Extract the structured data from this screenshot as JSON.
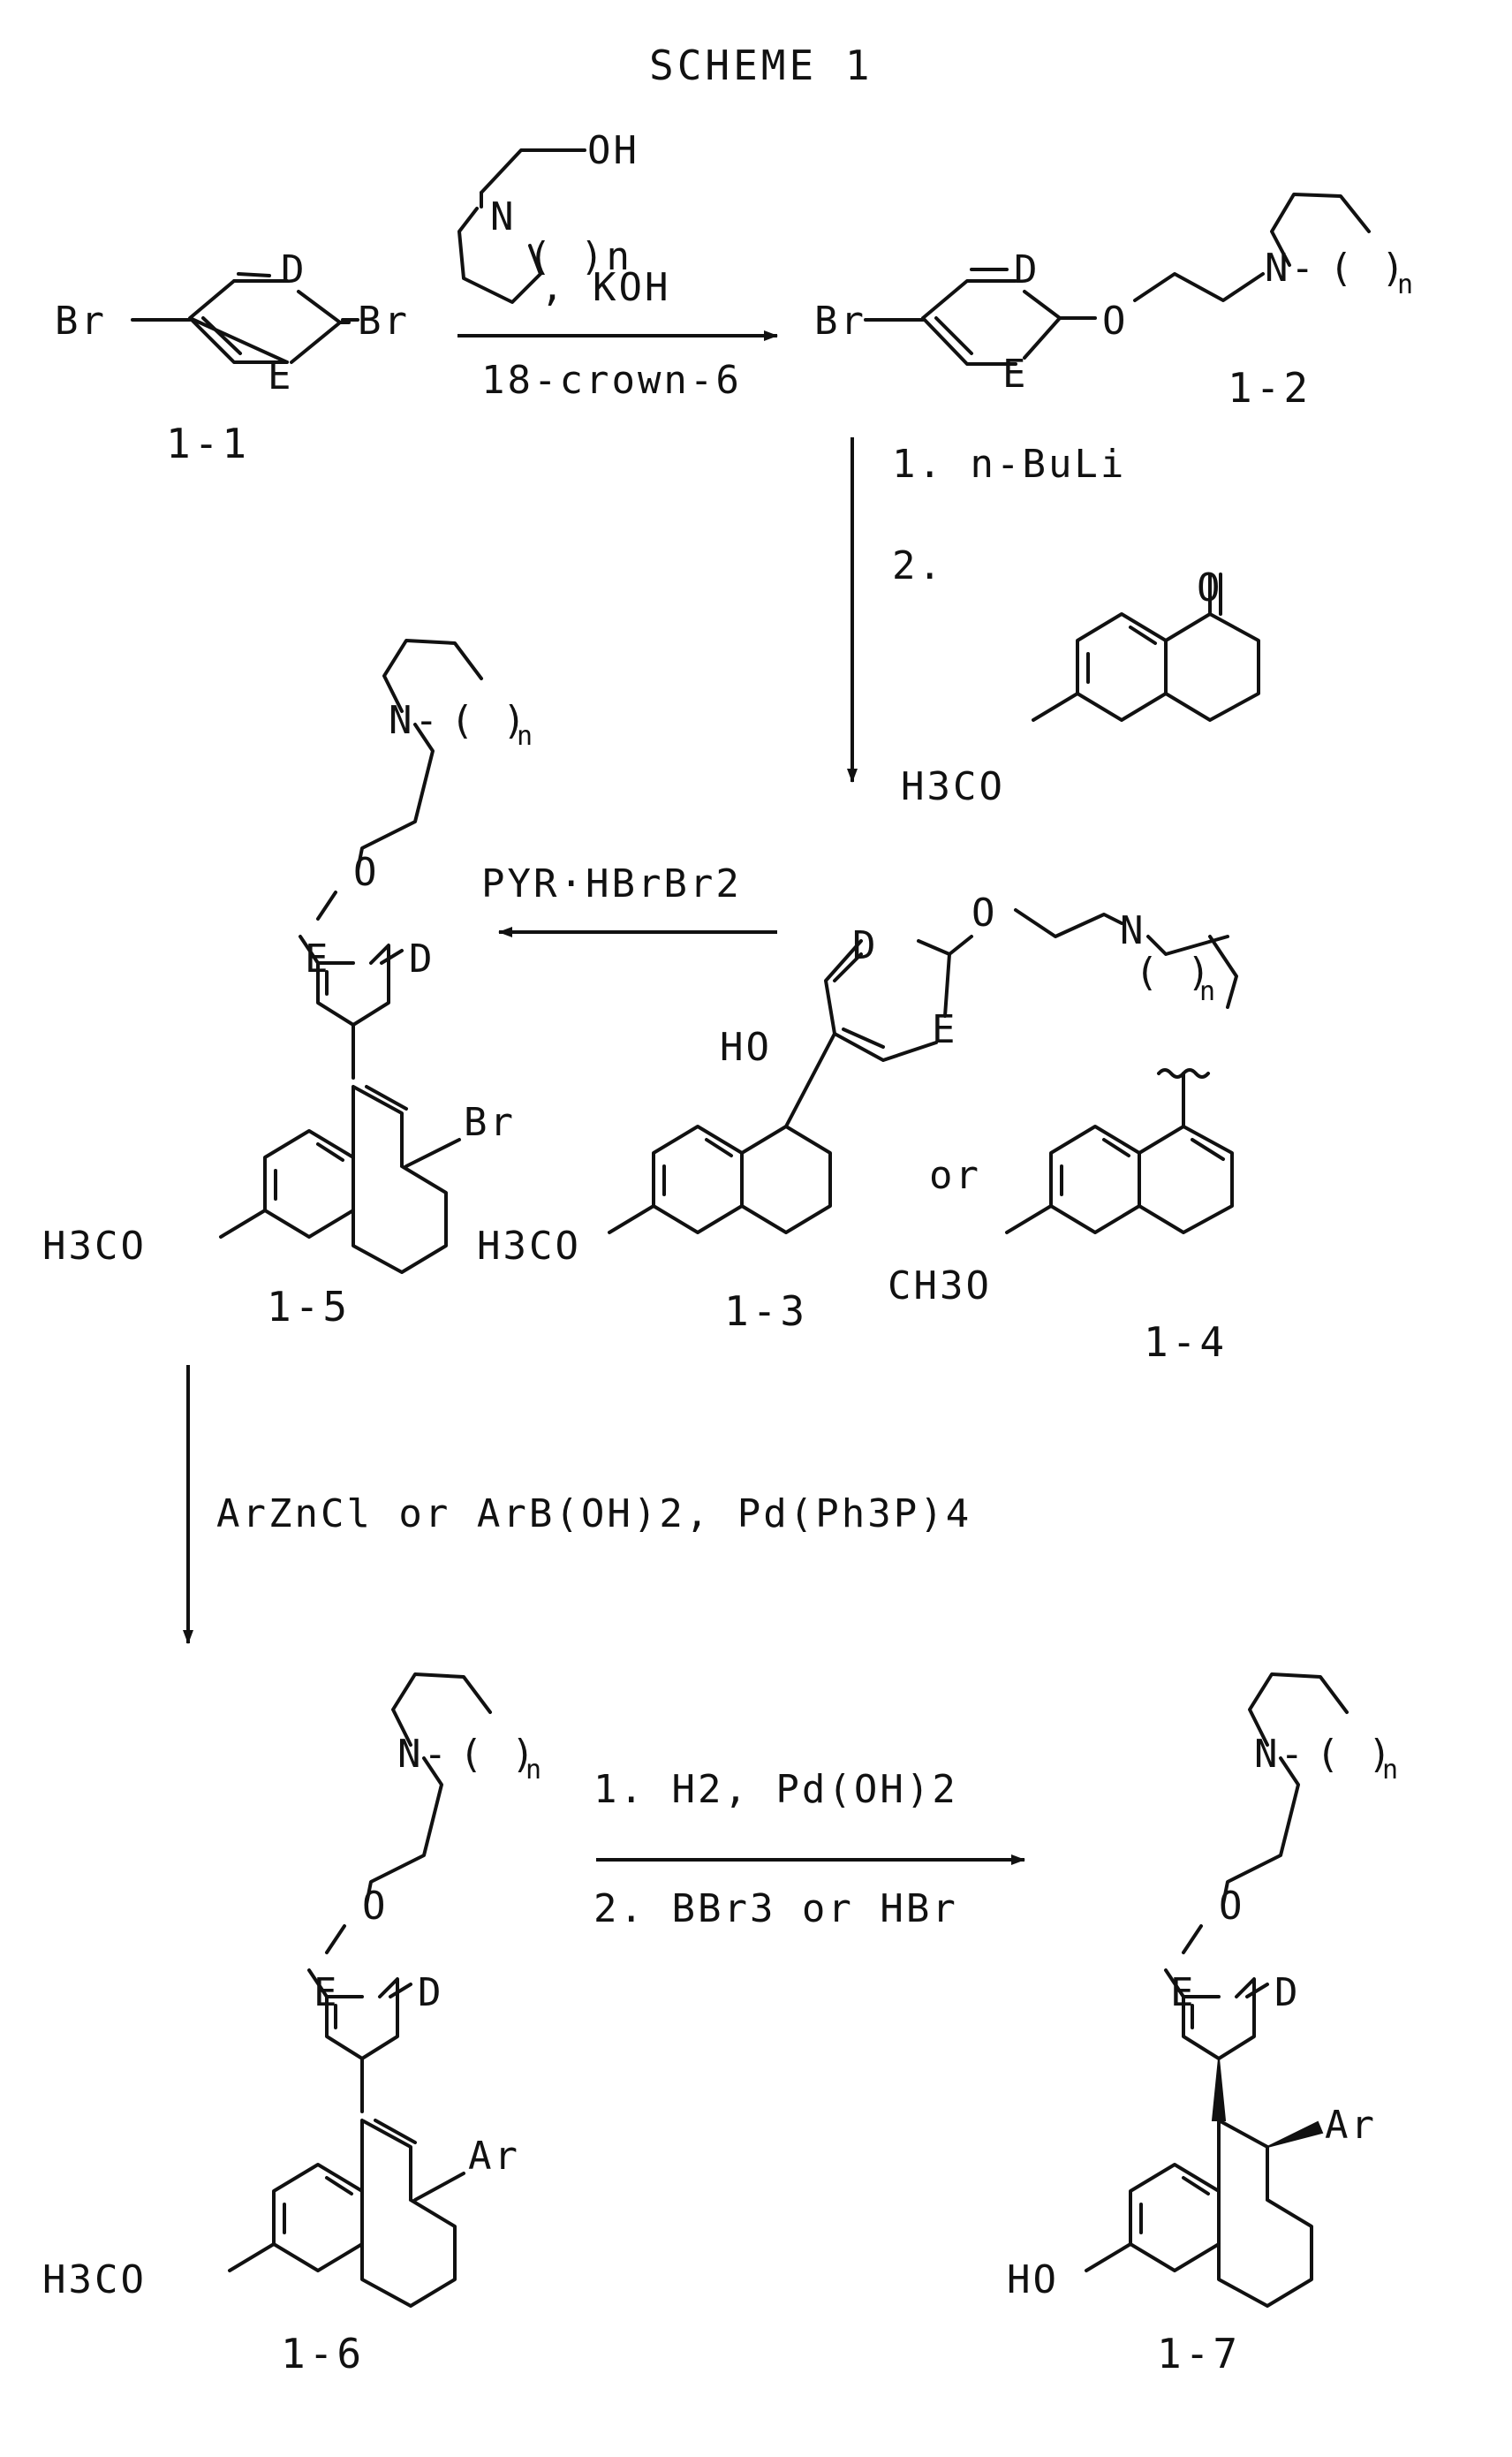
{
  "title": "SCHEME 1",
  "compounds": {
    "c1_1": "1-1",
    "c1_2": "1-2",
    "c1_3": "1-3",
    "c1_4": "1-4",
    "c1_5": "1-5",
    "c1_6": "1-6",
    "c1_7": "1-7"
  },
  "atoms": {
    "br": "Br",
    "d": "D",
    "e": "E",
    "o": "O",
    "oh": "OH",
    "ho": "HO",
    "n": "N",
    "n_dash": "N-",
    "paren": "( )",
    "n_sub": "n",
    "h3co": "H3CO",
    "ch3o": "CH3O",
    "ar": "Ar",
    "comma_koh": ", KOH"
  },
  "conditions": {
    "step1_below": "18-crown-6",
    "step2_line1": "1. n-BuLi",
    "step2_line2": "2.",
    "step3": "PYR·HBrBr2",
    "or": "or",
    "step4": "ArZnCl or ArB(OH)2, Pd(Ph3P)4",
    "step5_line1": "1. H2, Pd(OH)2",
    "step5_line2": "2. BBr3 or HBr"
  },
  "icons": {
    "arrow": "arrow-right-icon"
  }
}
